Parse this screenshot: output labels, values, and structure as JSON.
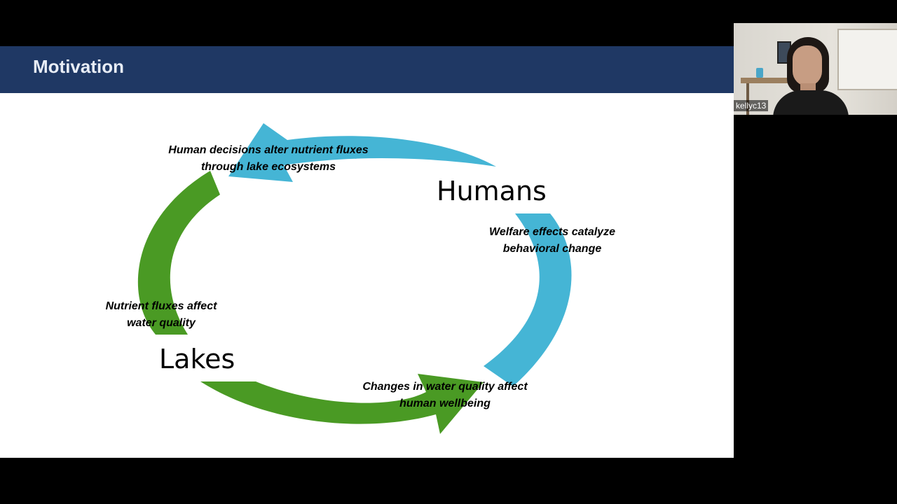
{
  "slide": {
    "title": "Motivation",
    "nodes": {
      "humans": "Humans",
      "lakes": "Lakes"
    },
    "arrows": {
      "top": {
        "line1": "Human decisions alter nutrient fluxes",
        "line2": "through lake ecosystems"
      },
      "right": {
        "line1": "Welfare effects catalyze",
        "line2": "behavioral change"
      },
      "left": {
        "line1": "Nutrient fluxes affect",
        "line2": "water quality"
      },
      "bottom": {
        "line1": "Changes in water quality affect",
        "line2": "human wellbeing"
      }
    },
    "colors": {
      "title_bar": "#1f3864",
      "blue_arrow": "#45b5d5",
      "green_arrow": "#4a9a24"
    }
  },
  "participant": {
    "name": "kellyc13"
  }
}
